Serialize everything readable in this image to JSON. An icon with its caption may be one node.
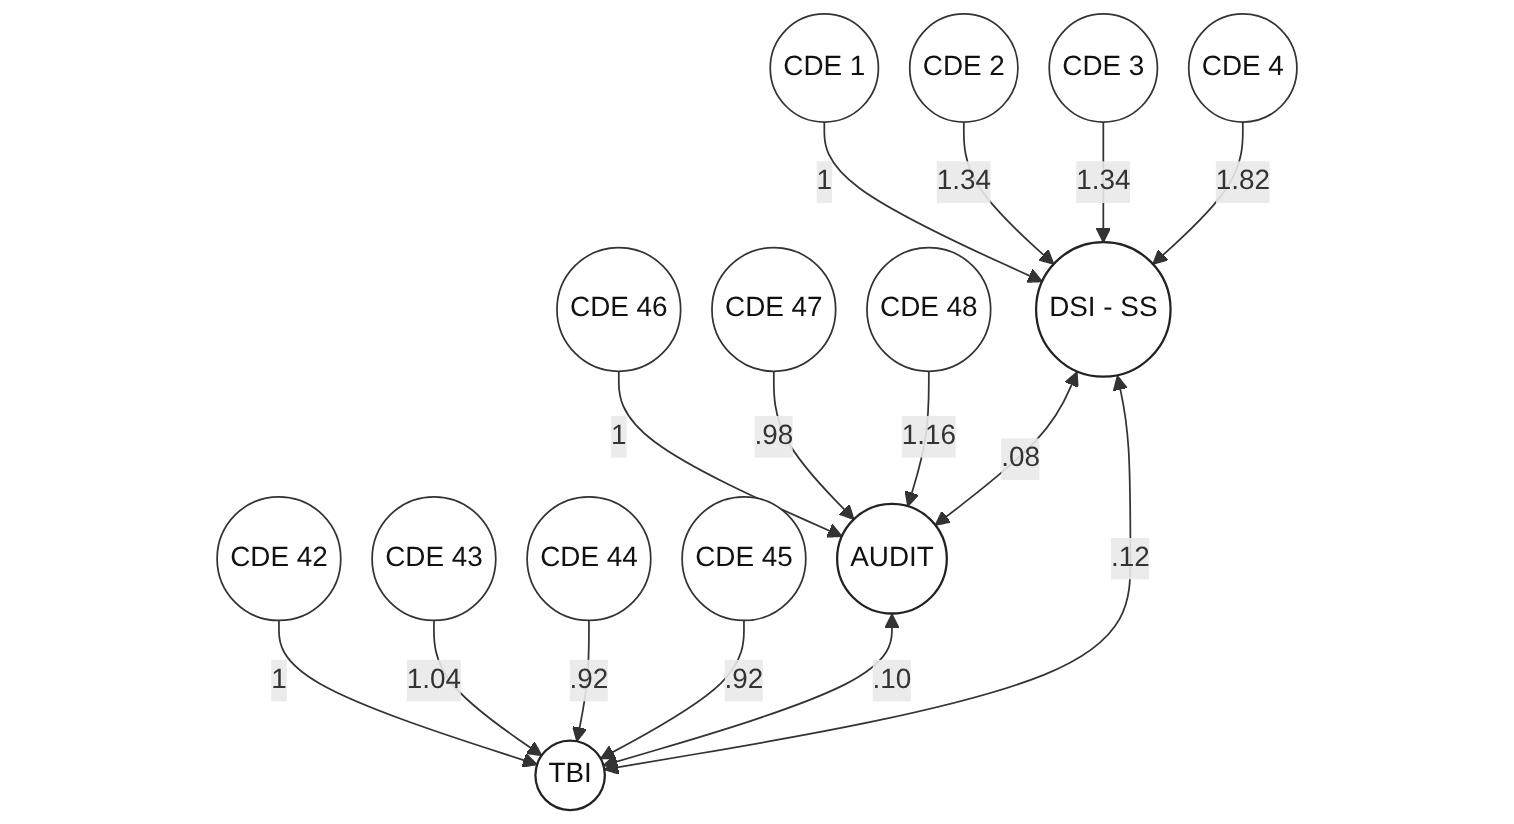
{
  "diagram": {
    "nodes": [
      {
        "text": [
          "CDE 1"
        ]
      },
      {
        "text": [
          "CDE 2"
        ]
      },
      {
        "text": [
          "CDE 3"
        ]
      },
      {
        "text": [
          "CDE 4"
        ]
      },
      {
        "text": [
          "CDE 46"
        ]
      },
      {
        "text": [
          "CDE 47"
        ]
      },
      {
        "text": [
          "CDE 48"
        ]
      },
      {
        "text": [
          "CDE 42"
        ]
      },
      {
        "text": [
          "CDE 43"
        ]
      },
      {
        "text": [
          "CDE 44"
        ]
      },
      {
        "text": [
          "CDE 45"
        ]
      },
      {
        "text": [
          "DSI - SS"
        ]
      },
      {
        "text": [
          "AUDIT"
        ]
      },
      {
        "text": [
          "TBI"
        ]
      }
    ],
    "edges": [
      {
        "from": 0,
        "to": 11,
        "arrow": "to",
        "label": "1"
      },
      {
        "from": 1,
        "to": 11,
        "arrow": "to",
        "label": "1.34"
      },
      {
        "from": 2,
        "to": 11,
        "arrow": "to",
        "label": "1.34"
      },
      {
        "from": 3,
        "to": 11,
        "arrow": "to",
        "label": "1.82"
      },
      {
        "from": 4,
        "to": 12,
        "arrow": "to",
        "label": "1"
      },
      {
        "from": 5,
        "to": 12,
        "arrow": "to",
        "label": ".98"
      },
      {
        "from": 6,
        "to": 12,
        "arrow": "to",
        "label": "1.16"
      },
      {
        "from": 7,
        "to": 13,
        "arrow": "to",
        "label": "1"
      },
      {
        "from": 8,
        "to": 13,
        "arrow": "to",
        "label": "1.04"
      },
      {
        "from": 9,
        "to": 13,
        "arrow": "to",
        "label": ".92"
      },
      {
        "from": 10,
        "to": 13,
        "arrow": "to",
        "label": ".92"
      },
      {
        "from": 11,
        "to": 12,
        "arrow": "both",
        "label": ".08"
      },
      {
        "from": 12,
        "to": 13,
        "arrow": "both",
        "label": ".10"
      },
      {
        "from": 11,
        "to": 13,
        "arrow": "both",
        "label": ".12"
      }
    ]
  }
}
